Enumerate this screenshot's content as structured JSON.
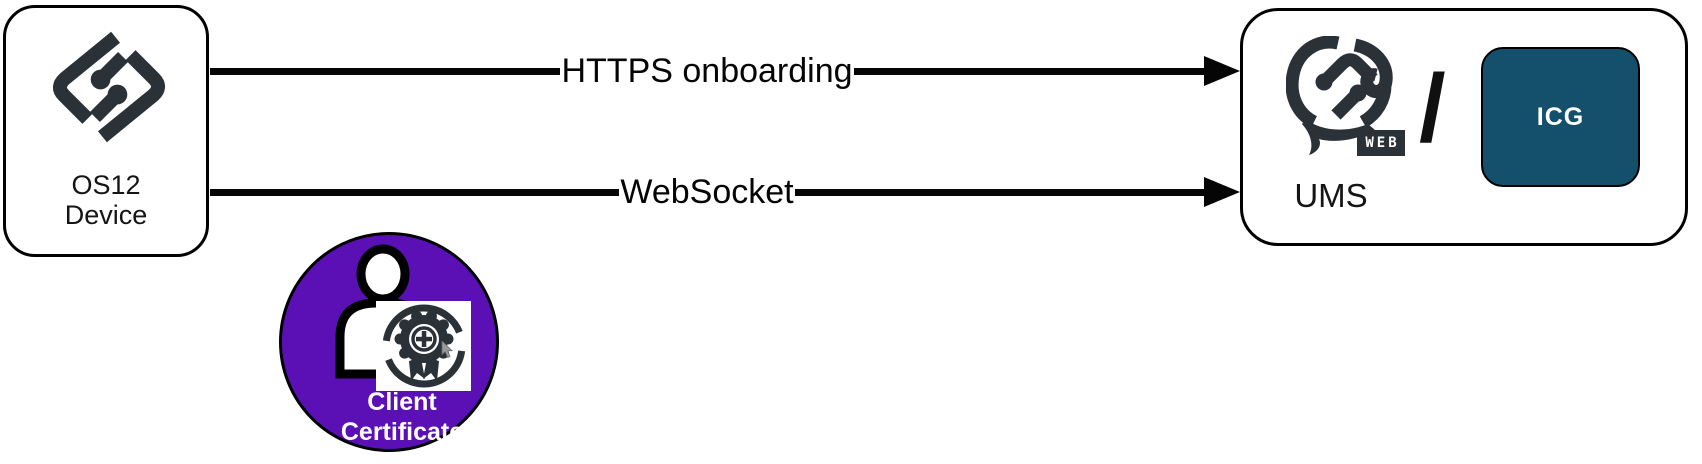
{
  "colors": {
    "logo_dark": "#2a3137",
    "icg_teal": "#14506b",
    "cert_purple": "#5a10b5",
    "ink": "#0a0a0a"
  },
  "device_box": {
    "line1": "OS12",
    "line2": "Device"
  },
  "arrows": [
    {
      "label": "HTTPS onboarding"
    },
    {
      "label": "WebSocket"
    }
  ],
  "ums_box": {
    "label": "UMS",
    "web_badge": "WEB",
    "separator": "/",
    "icg_label": "ICG"
  },
  "certificate": {
    "line1": "Client",
    "line2": "Certificate"
  }
}
